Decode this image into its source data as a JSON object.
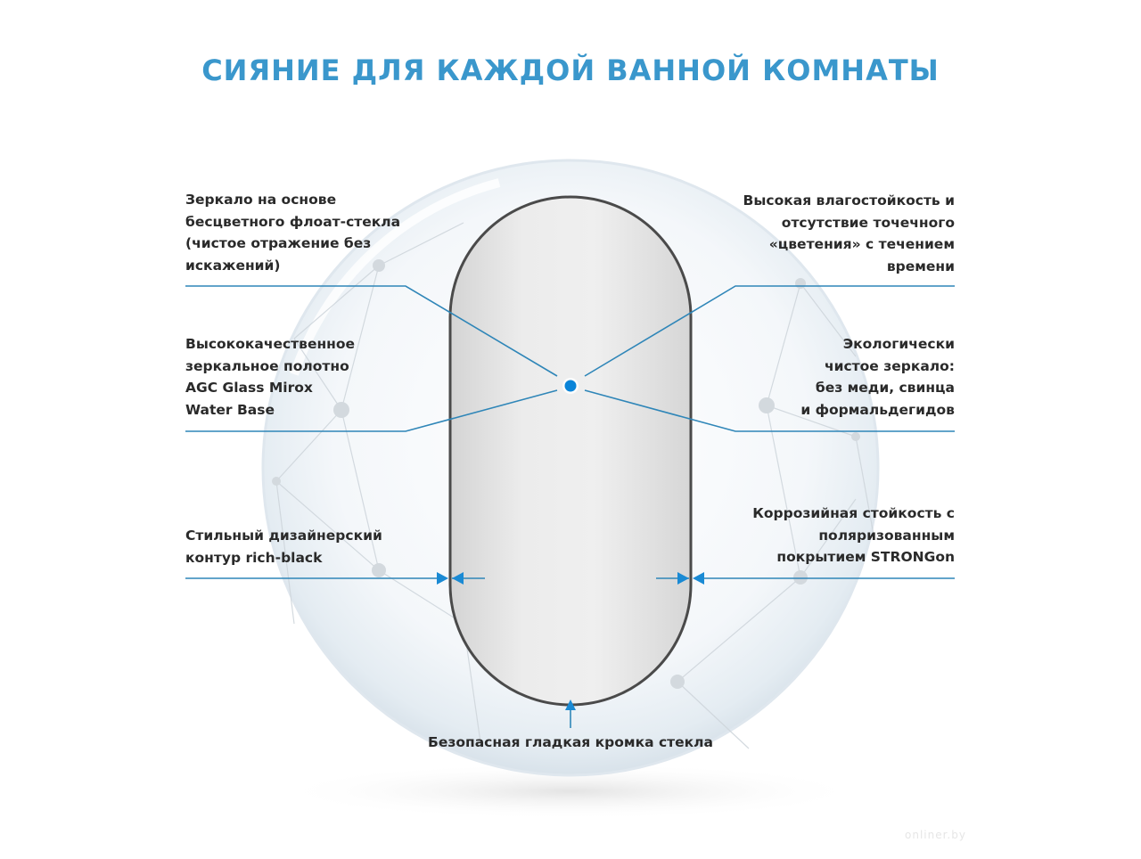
{
  "title": "СИЯНИЕ ДЛЯ КАЖДОЙ ВАННОЙ КОМНАТЫ",
  "colors": {
    "accent": "#3a97cc",
    "line": "#2f86b8",
    "dot": "#0a84d8",
    "arrow": "#1a8ad4",
    "text": "#2a2a2a",
    "mirror_frame": "#4a4a4a"
  },
  "features": {
    "top_left": {
      "lines": [
        "Зеркало на основе",
        "бесцветного флоат-стекла",
        "(чистое отражение без",
        "искажений)"
      ]
    },
    "top_right": {
      "lines": [
        "Высокая влагостойкость и",
        "отсутствие точечного",
        "«цветения» с течением",
        "времени"
      ]
    },
    "mid_left": {
      "lines": [
        "Высококачественное",
        "зеркальное полотно",
        "AGC Glass Mirox",
        "Water Base"
      ]
    },
    "mid_right": {
      "lines": [
        "Экологически",
        "чистое зеркало:",
        "без меди, свинца",
        "и формальдегидов"
      ]
    },
    "low_left": {
      "lines": [
        "Стильный дизайнерский",
        "контур rich-black"
      ]
    },
    "low_right": {
      "lines": [
        "Коррозийная стойкость с",
        "поляризованным",
        "покрытием STRONGon"
      ]
    },
    "bottom": {
      "lines": [
        "Безопасная гладкая кромка стекла"
      ]
    }
  },
  "icons": {
    "center_dot": "focus-dot-icon",
    "edge_arrows": "arrow-right-icon / arrow-left-icon",
    "bottom_arrow": "arrow-up-icon"
  },
  "watermark": "onliner.by"
}
